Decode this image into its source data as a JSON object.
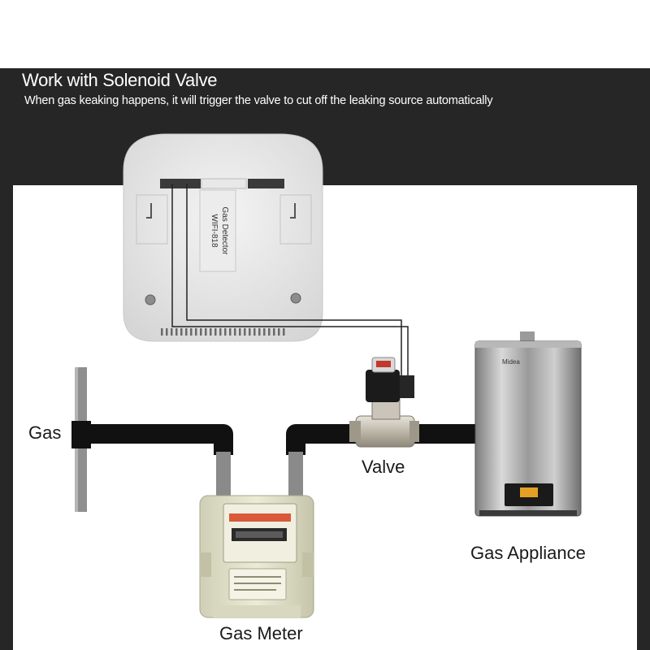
{
  "header": {
    "title": "Work with Solenoid Valve",
    "subtitle": "When gas keaking happens, it will trigger the valve to cut off the leaking source automatically"
  },
  "detector": {
    "label_line1": "Gas Detector",
    "label_line2": "WIFI-818"
  },
  "labels": {
    "gas": "Gas",
    "valve": "Valve",
    "gas_appliance": "Gas Appliance",
    "gas_meter": "Gas Meter"
  },
  "appliance": {
    "brand": "Midea"
  },
  "colors": {
    "band": "#262626",
    "pipe": "#111111",
    "pipe_gray": "#8c8c8c"
  }
}
